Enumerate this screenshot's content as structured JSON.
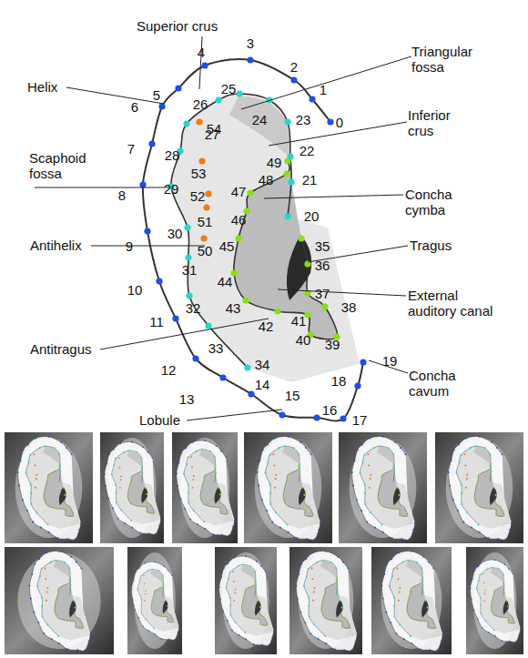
{
  "diagram": {
    "labels": [
      "Superior crus",
      "Helix",
      "Triangular fossa",
      "Inferior crus",
      "Scaphoid fossa",
      "Concha cymba",
      "Antihelix",
      "Tragus",
      "External auditory canal",
      "Antitragus",
      "Concha cavum",
      "Lobule",
      "0",
      "1",
      "2",
      "3",
      "4",
      "5",
      "6",
      "7",
      "8",
      "9",
      "10",
      "11",
      "12",
      "13",
      "14",
      "15",
      "16",
      "17",
      "18",
      "19",
      "20",
      "21",
      "22",
      "23",
      "24",
      "25",
      "26",
      "27",
      "28",
      "29",
      "30",
      "31",
      "32",
      "33",
      "34",
      "35",
      "36",
      "37",
      "38",
      "39",
      "40",
      "41",
      "42",
      "43",
      "44",
      "45",
      "46",
      "47",
      "48",
      "49",
      "50",
      "51",
      "52",
      "53",
      "54"
    ]
  }
}
